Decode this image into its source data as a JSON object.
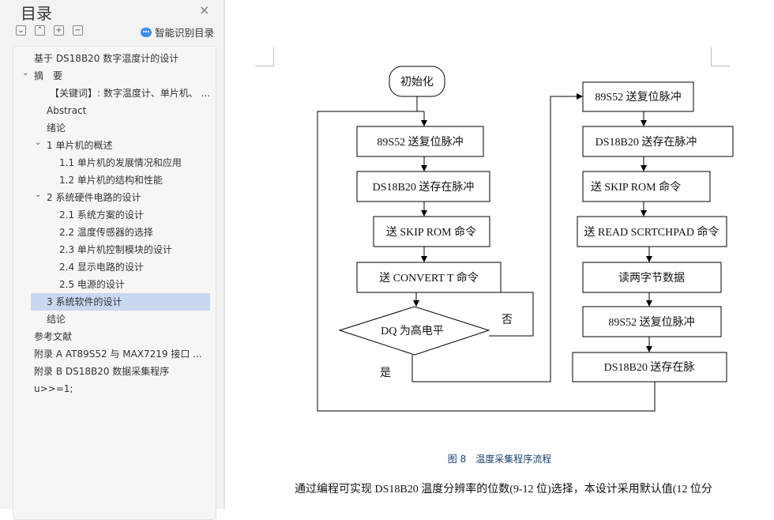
{
  "sidebar": {
    "title": "目录",
    "close": "×",
    "toolbar": {
      "expand": "⌄",
      "collapse": "⌃",
      "add": "+",
      "remove": "−"
    },
    "smart_label": "智能识别目录",
    "items": [
      {
        "label": "基于 DS18B20 数字温度计的设计",
        "level": 0
      },
      {
        "label": "摘　要",
        "level": 0,
        "expanded": true
      },
      {
        "label": "【关键词】: 数字温度计、单片机、 ...",
        "level": 1
      },
      {
        "label": "Abstract",
        "level": 1
      },
      {
        "label": "绪论",
        "level": 1
      },
      {
        "label": "1  单片机的概述",
        "level": 1,
        "expanded": true
      },
      {
        "label": "1.1  单片机的发展情况和应用",
        "level": 2
      },
      {
        "label": "1.2  单片机的结构和性能",
        "level": 2
      },
      {
        "label": "2  系统硬件电路的设计",
        "level": 1,
        "expanded": true
      },
      {
        "label": "2.1  系统方案的设计",
        "level": 2
      },
      {
        "label": "2.2  温度传感器的选择",
        "level": 2
      },
      {
        "label": "2.3  单片机控制模块的设计",
        "level": 2
      },
      {
        "label": "2.4    显示电路的设计",
        "level": 2
      },
      {
        "label": "2.5  电源的设计",
        "level": 2
      },
      {
        "label": "3  系统软件的设计",
        "level": 1,
        "selected": true
      },
      {
        "label": "结论",
        "level": 1
      },
      {
        "label": "参考文献",
        "level": 0
      },
      {
        "label": "附录 A    AT89S52 与 MAX7219 接口 ...",
        "level": 0
      },
      {
        "label": "附录 B    DS18B20 数据采集程序",
        "level": 0
      },
      {
        "label": "u>>=1;",
        "level": 0
      }
    ]
  },
  "flowchart": {
    "start": "初始化",
    "left": [
      "89S52 送复位脉冲",
      "DS18B20 送存在脉冲",
      "送 SKIP ROM 命令",
      "送 CONVERT T 命令"
    ],
    "decision": "DQ 为高电平",
    "no": "否",
    "yes": "是",
    "right": [
      "89S52 送复位脉冲",
      "DS18B20 送存在脉冲",
      "送 SKIP ROM 命令",
      "送 READ SCRTCHPAD 命令",
      "读两字节数据",
      "89S52 送复位脉冲",
      "DS18B20 送存在脉"
    ]
  },
  "caption": {
    "num": "图 8",
    "text": "温度采集程序流程"
  },
  "paragraph": "通过编程可实现 DS18B20 温度分辨率的位数(9-12 位)选择，本设计采用默认值(12 位分"
}
